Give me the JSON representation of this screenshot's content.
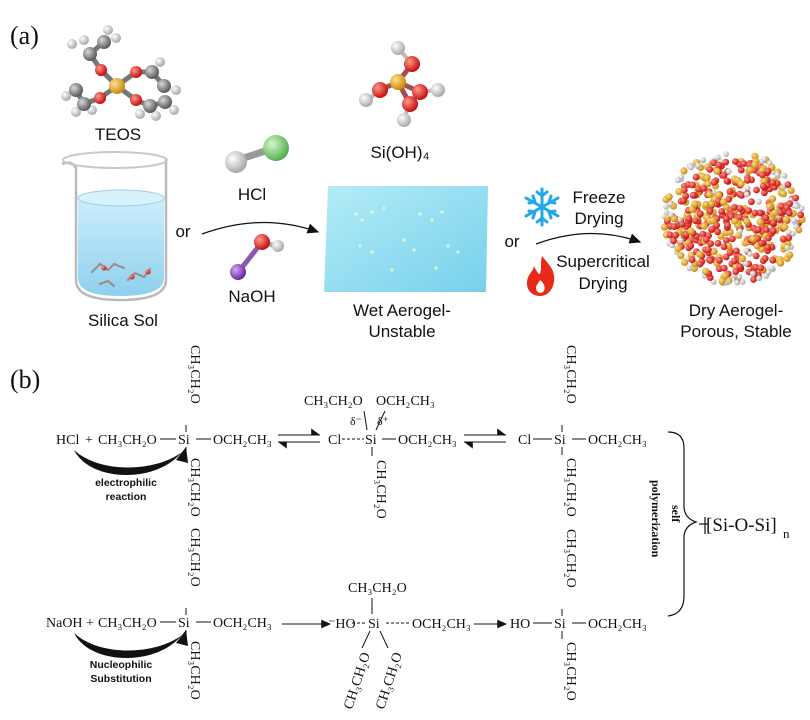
{
  "panel_a": {
    "label": "(a)",
    "teos": "TEOS",
    "si_oh4": "Si(OH)₄",
    "silica_sol": "Silica Sol",
    "hcl": "HCl",
    "naoh": "NaOH",
    "or": "or",
    "wet_line1": "Wet Aerogel-",
    "wet_line2": "Unstable",
    "freeze_line1": "Freeze",
    "freeze_line2": "Drying",
    "super_line1": "Supercritical",
    "super_line2": "Drying",
    "dry_line1": "Dry Aerogel-",
    "dry_line2": "Porous, Stable"
  },
  "panel_b": {
    "label": "(b)",
    "hcl": "HCl",
    "naoh": "NaOH",
    "plus": "+",
    "ethoxy_left": "CH₃CH₂O",
    "ethoxy_right": "OCH₂CH₃",
    "ethoxy_vertical": "CH₃CH₂O",
    "si": "Si",
    "cl": "Cl",
    "ho": "HO",
    "ho_minus": "⁻HO",
    "delta_minus": "δ⁻",
    "delta_plus": "δ⁺",
    "electrophilic_1": "electrophilic",
    "electrophilic_2": "reaction",
    "nucleophilic_1": "Nucleophilic",
    "nucleophilic_2": "Substitution",
    "self_poly_1": "self",
    "self_poly_2": "polymerization",
    "product_text": "[Si-O-Si]",
    "product_sub": "n"
  },
  "colors": {
    "carbon": "#8a8a8a",
    "hydrogen": "#e8e8e8",
    "oxygen": "#d41a1a",
    "silicon": "#e0a020",
    "chlorine": "#7fcf7a",
    "sodium": "#8a3fc0",
    "gel": "#8fdcef",
    "liquid": "#a6dcf2",
    "snowflake": "#20a8e8",
    "flame": "#e82a1a"
  },
  "icons": [
    "beaker-icon",
    "snowflake-icon",
    "flame-icon",
    "molecule-icon"
  ]
}
